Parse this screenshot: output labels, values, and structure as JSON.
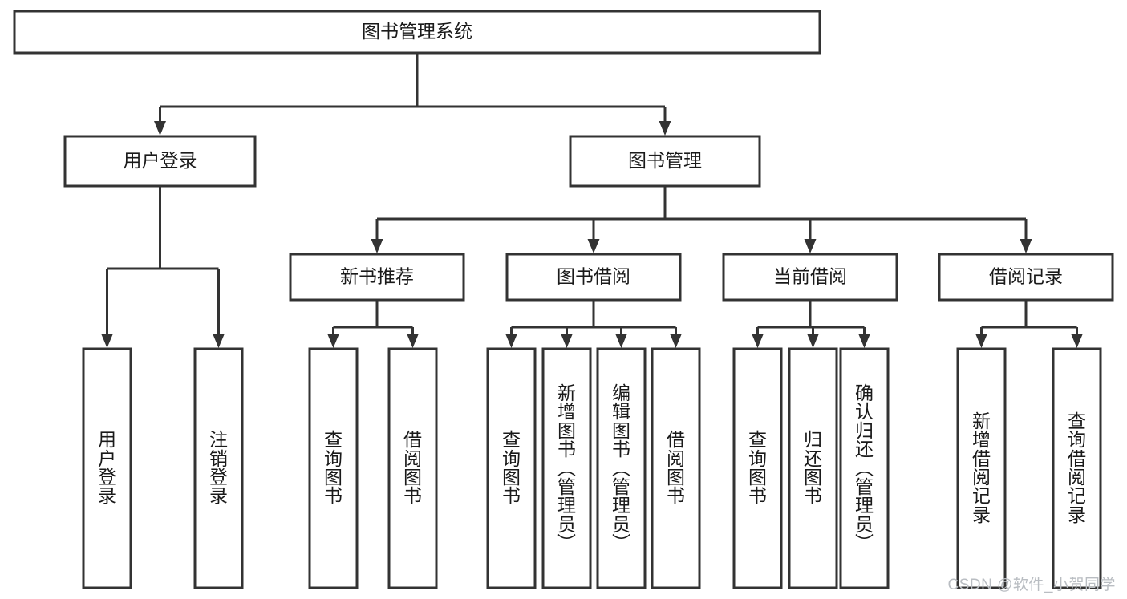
{
  "diagram": {
    "type": "tree-hierarchy-chart",
    "title": "图书管理系统",
    "colors": {
      "box_stroke": "#333333",
      "box_fill": "#ffffff",
      "connector": "#333333",
      "text": "#1a1a1a",
      "watermark": "#b9bdc2",
      "background": "#ffffff"
    },
    "nodes": {
      "root": {
        "label": "图书管理系统",
        "level": 1,
        "orientation": "horizontal"
      },
      "user_login": {
        "label": "用户登录",
        "level": 2,
        "orientation": "horizontal"
      },
      "book_manage": {
        "label": "图书管理",
        "level": 2,
        "orientation": "horizontal"
      },
      "new_book_rec": {
        "label": "新书推荐",
        "level": 3,
        "orientation": "horizontal"
      },
      "book_borrow": {
        "label": "图书借阅",
        "level": 3,
        "orientation": "horizontal"
      },
      "current_borrow": {
        "label": "当前借阅",
        "level": 3,
        "orientation": "horizontal"
      },
      "borrow_record": {
        "label": "借阅记录",
        "level": 3,
        "orientation": "horizontal"
      },
      "leaf_user_login": {
        "label": "用户登录",
        "level": 4,
        "orientation": "vertical"
      },
      "leaf_logout": {
        "label": "注销登录",
        "level": 4,
        "orientation": "vertical"
      },
      "leaf_query_book_1": {
        "label": "查询图书",
        "level": 4,
        "orientation": "vertical"
      },
      "leaf_borrow_book_1": {
        "label": "借阅图书",
        "level": 4,
        "orientation": "vertical"
      },
      "leaf_query_book_2": {
        "label": "查询图书",
        "level": 4,
        "orientation": "vertical"
      },
      "leaf_add_book": {
        "label": "新增图书（管理员）",
        "level": 4,
        "orientation": "vertical"
      },
      "leaf_edit_book": {
        "label": "编辑图书（管理员）",
        "level": 4,
        "orientation": "vertical"
      },
      "leaf_borrow_book_2": {
        "label": "借阅图书",
        "level": 4,
        "orientation": "vertical"
      },
      "leaf_query_book_3": {
        "label": "查询图书",
        "level": 4,
        "orientation": "vertical"
      },
      "leaf_return_book": {
        "label": "归还图书",
        "level": 4,
        "orientation": "vertical"
      },
      "leaf_confirm_return": {
        "label": "确认归还（管理员）",
        "level": 4,
        "orientation": "vertical"
      },
      "leaf_add_record": {
        "label": "新增借阅记录",
        "level": 4,
        "orientation": "vertical"
      },
      "leaf_query_record": {
        "label": "查询借阅记录",
        "level": 4,
        "orientation": "vertical"
      }
    },
    "edges": [
      {
        "from": "root",
        "to": "user_login"
      },
      {
        "from": "root",
        "to": "book_manage"
      },
      {
        "from": "user_login",
        "to": "leaf_user_login"
      },
      {
        "from": "user_login",
        "to": "leaf_logout"
      },
      {
        "from": "book_manage",
        "to": "new_book_rec"
      },
      {
        "from": "book_manage",
        "to": "book_borrow"
      },
      {
        "from": "book_manage",
        "to": "current_borrow"
      },
      {
        "from": "book_manage",
        "to": "borrow_record"
      },
      {
        "from": "new_book_rec",
        "to": "leaf_query_book_1"
      },
      {
        "from": "new_book_rec",
        "to": "leaf_borrow_book_1"
      },
      {
        "from": "book_borrow",
        "to": "leaf_query_book_2"
      },
      {
        "from": "book_borrow",
        "to": "leaf_add_book"
      },
      {
        "from": "book_borrow",
        "to": "leaf_edit_book"
      },
      {
        "from": "book_borrow",
        "to": "leaf_borrow_book_2"
      },
      {
        "from": "current_borrow",
        "to": "leaf_query_book_3"
      },
      {
        "from": "current_borrow",
        "to": "leaf_return_book"
      },
      {
        "from": "current_borrow",
        "to": "leaf_confirm_return"
      },
      {
        "from": "borrow_record",
        "to": "leaf_add_record"
      },
      {
        "from": "borrow_record",
        "to": "leaf_query_record"
      }
    ]
  },
  "watermark": {
    "text": "CSDN @软件_小贺同学"
  }
}
